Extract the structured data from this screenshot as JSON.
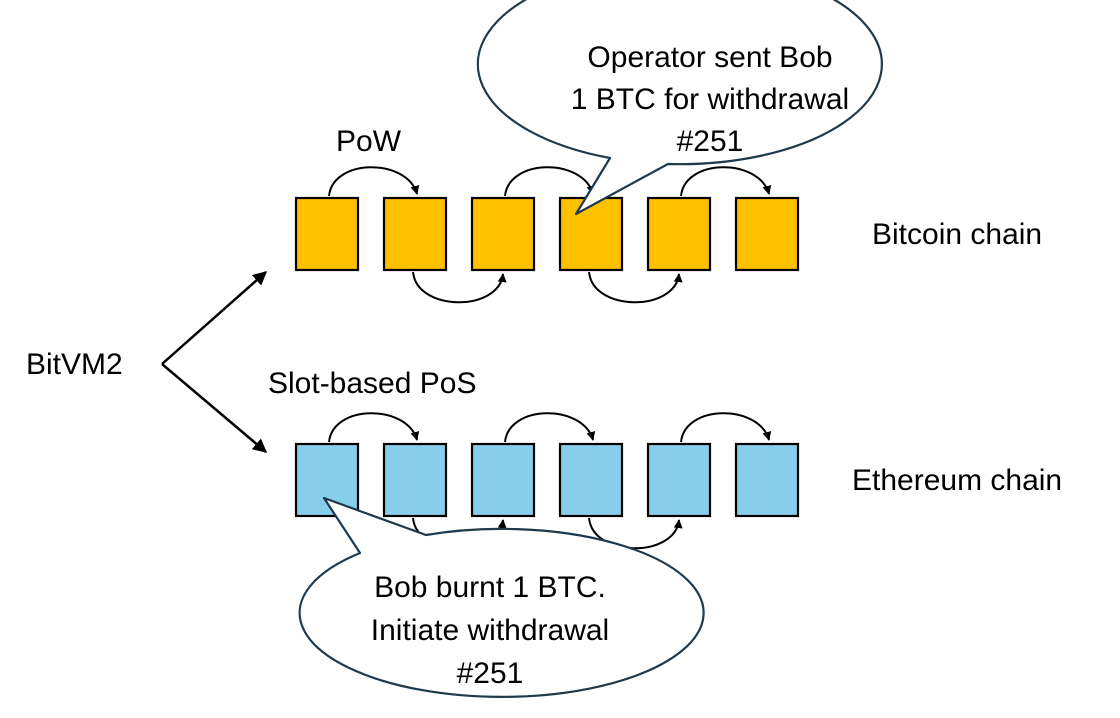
{
  "root_label": "BitVM2",
  "colors": {
    "bitcoin_block": "#FFC000",
    "ethereum_block": "#87CEEB",
    "stroke": "#000000",
    "bubble_fill": "#FFFFFF",
    "bubble_stroke": "#1F3A4D"
  },
  "bitcoin": {
    "name": "Bitcoin chain",
    "consensus": "PoW",
    "block_count": 6,
    "bubble": {
      "lines": [
        "Operator sent Bob",
        "1 BTC for withdrawal",
        "#251"
      ]
    }
  },
  "ethereum": {
    "name": "Ethereum chain",
    "consensus": "Slot-based PoS",
    "block_count": 6,
    "bubble": {
      "lines": [
        "Bob burnt 1 BTC.",
        "Initiate withdrawal",
        "#251"
      ]
    }
  }
}
